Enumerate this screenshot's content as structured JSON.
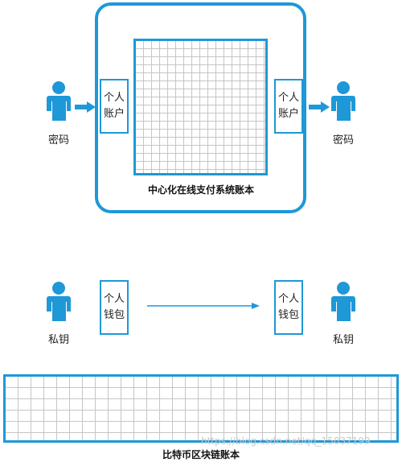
{
  "central": {
    "left_account": [
      "个人",
      "账户"
    ],
    "right_account": [
      "个人",
      "账户"
    ],
    "left_caption": "密码",
    "right_caption": "密码",
    "title": "中心化在线支付系统账本"
  },
  "bitcoin": {
    "left_wallet": [
      "个人",
      "钱包"
    ],
    "right_wallet": [
      "个人",
      "钱包"
    ],
    "left_caption": "私钥",
    "right_caption": "私钥",
    "title": "比特币区块链账本"
  },
  "watermark": "https://blog.csdn.net/qq_15037199",
  "colors": {
    "accent": "#1e98d7",
    "grid_line": "#c6c6c6"
  },
  "icons": [
    "person-icon",
    "arrow-right-icon"
  ]
}
